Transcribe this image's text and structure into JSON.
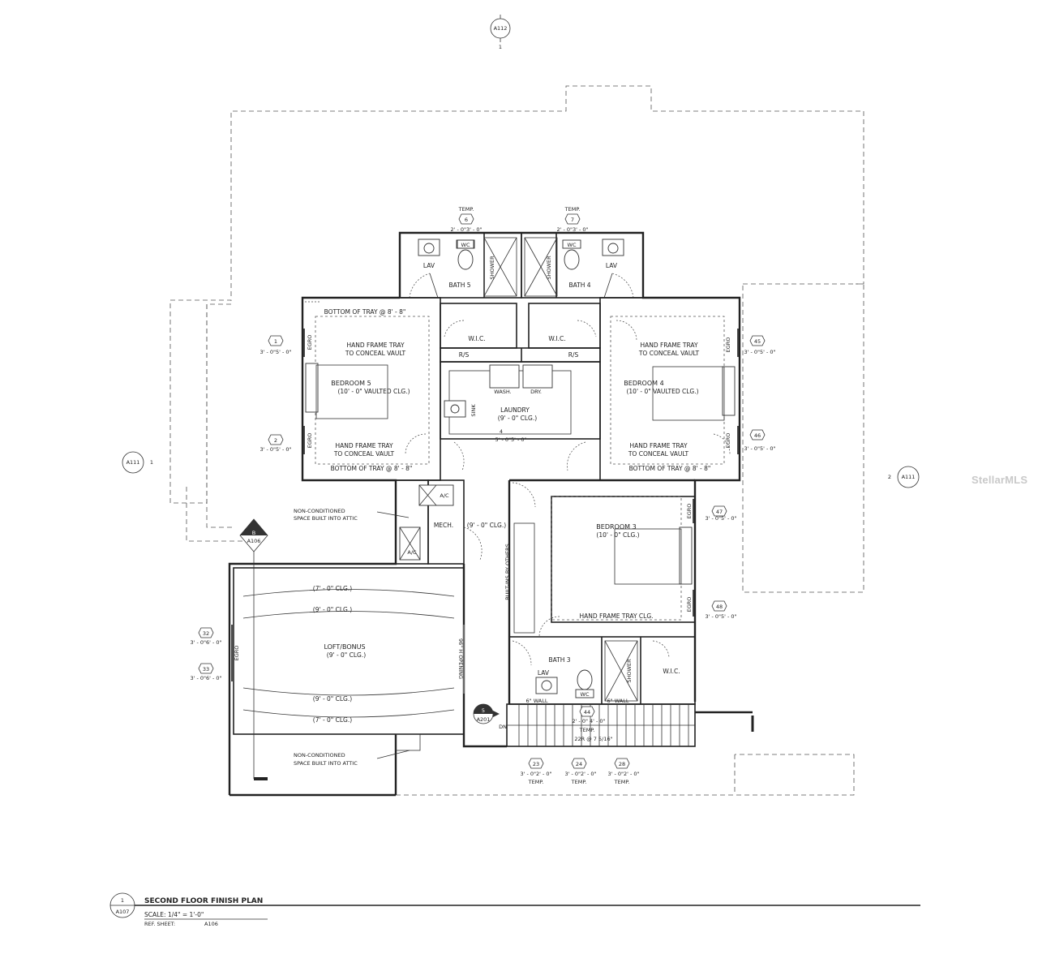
{
  "watermark": "StellarMLS",
  "refs": {
    "top": {
      "sheet": "A112",
      "num": "1"
    },
    "left": {
      "sheet": "A111",
      "num": "1"
    },
    "right": {
      "sheet": "A111",
      "num": "2"
    },
    "callout_b": {
      "letter": "B",
      "sheet": "A106"
    },
    "callout_5": {
      "num": "5",
      "sheet": "A201"
    }
  },
  "rooms": {
    "bath5": "BATH 5",
    "bath4": "BATH 4",
    "bath3": "BATH 3",
    "lav": "LAV",
    "wc": "WC",
    "shower": "SHOWER",
    "wic": "W.I.C.",
    "rs": "R/S",
    "tray_bottom": "BOTTOM OF TRAY @ 8' - 8\"",
    "hand_frame_1": "HAND FRAME TRAY",
    "hand_frame_2": "TO CONCEAL VAULT",
    "bedroom5": "BEDROOM 5",
    "bedroom4": "BEDROOM 4",
    "vaulted": "(10' - 0\" VAULTED CLG.)",
    "wash": "WASH.",
    "dry": "DRY.",
    "sink": "SINK",
    "laundry": "LAUNDRY",
    "laundry_clg": "(9' - 0\" CLG.)",
    "ac": "A/C",
    "mech": "MECH.",
    "hall_clg": "(9' - 0\" CLG.)",
    "builtins": "BUILT-INS BY OTHERS",
    "bedroom3": "BEDROOM 3",
    "bedroom3_clg": "(10' - 0\" CLG.)",
    "tray_clg": "HAND FRAME TRAY CLG.",
    "nonconditioned_1": "NON-CONDITIONED",
    "nonconditioned_2": "SPACE BUILT INTO ATTIC",
    "loft": "LOFT/BONUS",
    "loft_clg": "(9' - 0\" CLG.)",
    "clg7": "(7' - 0\" CLG.)",
    "clg9": "(9' - 0\" CLG.)",
    "opening": "96\" H OPENING",
    "wall6": "6\" WALL",
    "dn": "DN",
    "stairs": "22R @ 7 5/16\"",
    "egress": "EGRO"
  },
  "windows": {
    "w6": {
      "tag": "6",
      "size": "2' - 0\"3' - 0\"",
      "note": "TEMP."
    },
    "w7": {
      "tag": "7",
      "size": "2' - 0\"3' - 0\"",
      "note": "TEMP."
    },
    "w44": {
      "tag": "44",
      "size": "2' - 0\" 4' - 0\"",
      "note": "TEMP."
    },
    "w1": {
      "tag": "1",
      "size": "3' - 0\"5' - 0\""
    },
    "w2": {
      "tag": "2",
      "size": "3' - 0\"5' - 0\""
    },
    "w45": {
      "tag": "45",
      "size": "3' - 0\"5' - 0\""
    },
    "w46": {
      "tag": "46",
      "size": "3' - 0\"5' - 0\""
    },
    "w47": {
      "tag": "47",
      "size": "3' - 0\"5' - 0\""
    },
    "w48": {
      "tag": "48",
      "size": "3' - 0\"5' - 0\""
    },
    "w32": {
      "tag": "32",
      "size": "3' - 0\"6' - 0\""
    },
    "w33": {
      "tag": "33",
      "size": "3' - 0\"6' - 0\""
    },
    "w23": {
      "tag": "23",
      "size": "3' - 0\"2' - 0\"",
      "note": "TEMP."
    },
    "w24": {
      "tag": "24",
      "size": "3' - 0\"2' - 0\"",
      "note": "TEMP."
    },
    "w28": {
      "tag": "28",
      "size": "3' - 0\"2' - 0\"",
      "note": "TEMP."
    },
    "w4": {
      "tag": "4",
      "size": "5' - 0\"5' - 0\""
    }
  },
  "title_block": {
    "num": "1",
    "sheet": "A107",
    "title": "SECOND FLOOR FINISH PLAN",
    "scale": "SCALE:   1/4\" = 1'-0\"",
    "ref_label": "REF. SHEET:",
    "ref_sheet": "A106"
  }
}
